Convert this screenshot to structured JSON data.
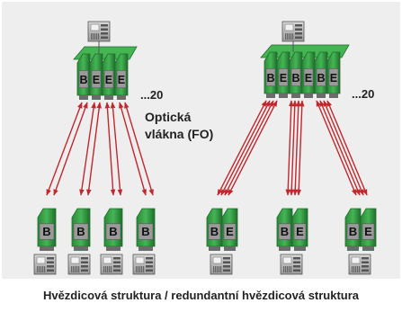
{
  "diagram": {
    "left_count": "...20",
    "right_count": "...20",
    "fiber_label_line1": "Optická",
    "fiber_label_line2": "vlákna (FO)",
    "caption": "Hvězdicová struktura / redundantní hvězdicová struktura",
    "module_letters": {
      "b": "B",
      "e": "E"
    },
    "colors": {
      "panel": "#eeeeee",
      "module_green": "#36a046",
      "module_dark_green": "#1e6b2b",
      "module_grey": "#9a9a9a",
      "fiber_red": "#c0282d",
      "text": "#222222"
    },
    "icons": [
      "plc-computer-icon",
      "io-module-icon",
      "fiber-arrow-icon"
    ]
  }
}
